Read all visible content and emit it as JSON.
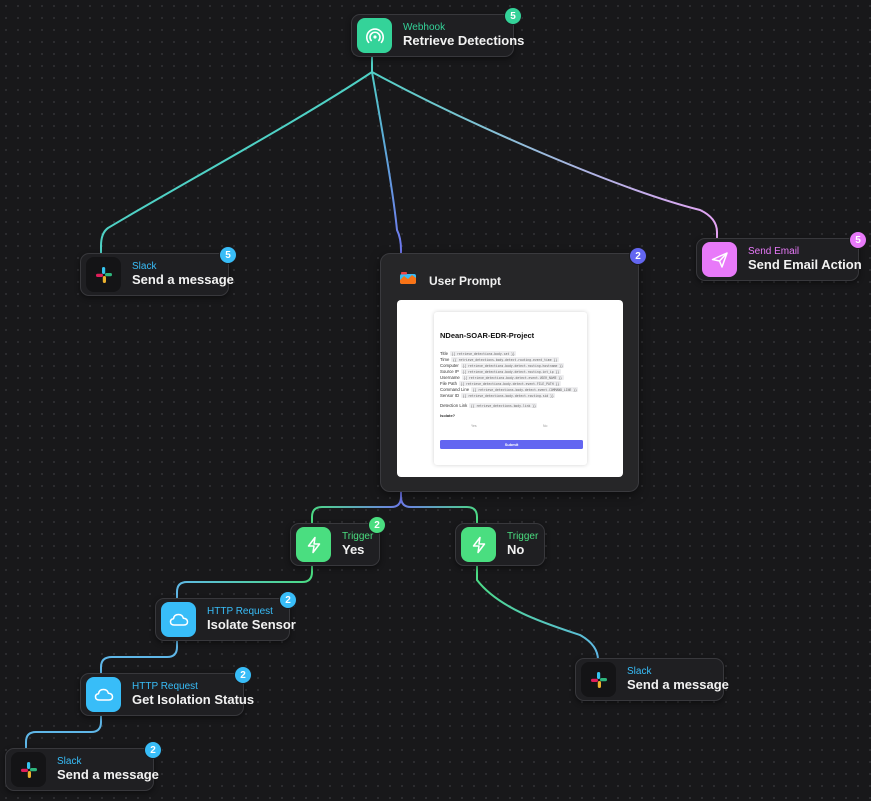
{
  "nodes": {
    "webhook": {
      "kind": "Webhook",
      "name": "Retrieve Detections",
      "badge": "5"
    },
    "slack_top": {
      "kind": "Slack",
      "name": "Send a message",
      "badge": "5"
    },
    "email": {
      "kind": "Send Email",
      "name": "Send Email Action",
      "badge": "5"
    },
    "trigger_yes": {
      "kind": "Trigger",
      "name": "Yes",
      "badge": "2"
    },
    "trigger_no": {
      "kind": "Trigger",
      "name": "No"
    },
    "http_isolate": {
      "kind": "HTTP Request",
      "name": "Isolate Sensor",
      "badge": "2"
    },
    "http_status": {
      "kind": "HTTP Request",
      "name": "Get Isolation Status",
      "badge": "2"
    },
    "slack_no": {
      "kind": "Slack",
      "name": "Send a message"
    },
    "slack_bottom": {
      "kind": "Slack",
      "name": "Send a message",
      "badge": "2"
    }
  },
  "user_prompt": {
    "title": "User Prompt",
    "badge": "2",
    "preview": {
      "form_title": "NDean-SOAR-EDR-Project",
      "fields": [
        {
          "label": "Title",
          "value": "{{ retrieve_detections.body.cat }}"
        },
        {
          "label": "Time",
          "value": "{{ retrieve_detections.body.detect.routing.event_time }}"
        },
        {
          "label": "Computer",
          "value": "{{ retrieve_detections.body.detect.routing.hostname }}"
        },
        {
          "label": "Source IP",
          "value": "{{ retrieve_detections.body.detect.routing.int_ip }}"
        },
        {
          "label": "Username",
          "value": "{{ retrieve_detections.body.detect.event.USER_NAME }}"
        },
        {
          "label": "File Path",
          "value": "{{ retrieve_detections.body.detect.event.FILE_PATH }}"
        },
        {
          "label": "Command Line",
          "value": "{{ retrieve_detections.body.detect.event.COMMAND_LINE }}"
        },
        {
          "label": "Sensor ID",
          "value": "{{ retrieve_detections.body.detect.routing.sid }}"
        }
      ],
      "detection_link_label": "Detection Link",
      "detection_link_value": "{{ retrieve_detections.body.link }}",
      "isolate_label": "Isolate?",
      "option_yes": "Yes",
      "option_no": "No",
      "submit_label": "Submit"
    }
  },
  "colors": {
    "canvas": "#18181a",
    "webhook_green": "#34d399",
    "slack_blue": "#38bdf8",
    "email_purple": "#e879f9",
    "trigger_green": "#4ade80",
    "http_blue": "#38bdf8",
    "prompt_indigo": "#6366f1",
    "wire_teal": "#4fd1c5",
    "wire_blue": "#5fb7e8",
    "wire_indigo": "#7c83f2",
    "wire_pink": "#e2a6f3"
  },
  "icons": {
    "webhook": "webhook-icon",
    "slack": "slack-icon",
    "email": "send-icon",
    "trigger": "lightning-icon",
    "http": "cloud-icon",
    "prompt": "user-prompt-icon"
  }
}
